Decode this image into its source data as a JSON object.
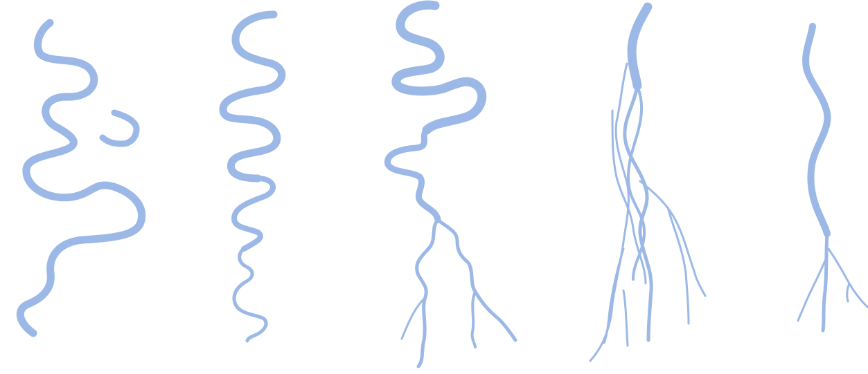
{
  "figure": {
    "background": "#ffffff",
    "stroke_color": "#9bb8e6",
    "panels": [
      {
        "id": "meandering-with-oxbow",
        "icon": "meandering-river-icon"
      },
      {
        "id": "sinuous-narrowing",
        "icon": "sinuous-river-icon"
      },
      {
        "id": "meander-to-tributaries",
        "icon": "branching-river-icon"
      },
      {
        "id": "braided",
        "icon": "braided-river-icon"
      },
      {
        "id": "straight-with-tributaries",
        "icon": "straight-river-icon"
      }
    ]
  }
}
